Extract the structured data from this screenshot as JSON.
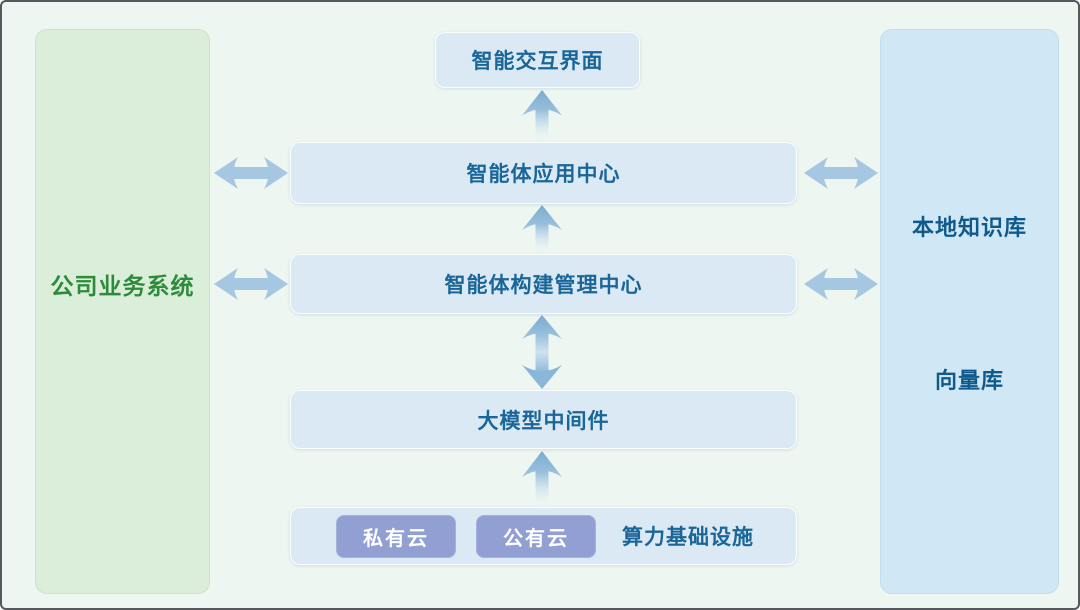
{
  "diagram": {
    "left_panel": {
      "label": "公司业务系统"
    },
    "right_panel": {
      "label_top": "本地知识库",
      "label_bottom": "向量库"
    },
    "center": {
      "top_box": "智能交互界面",
      "row1": "智能体应用中心",
      "row2": "智能体构建管理中心",
      "row3": "大模型中间件",
      "infra": {
        "btn1": "私有云",
        "btn2": "公有云",
        "label": "算力基础设施"
      }
    },
    "colors": {
      "canvas_bg": "#eef6f1",
      "left_panel_bg": "#daeeda",
      "left_text": "#2e8b3b",
      "right_panel_bg": "#d0e8f5",
      "right_text": "#10598c",
      "box_bg": "#dbe9f5",
      "box_text": "#1a6698",
      "cloud_button_bg": "#929fd3",
      "arrow": "#a5c7e1",
      "arrow_head": "#84b2d6"
    }
  }
}
